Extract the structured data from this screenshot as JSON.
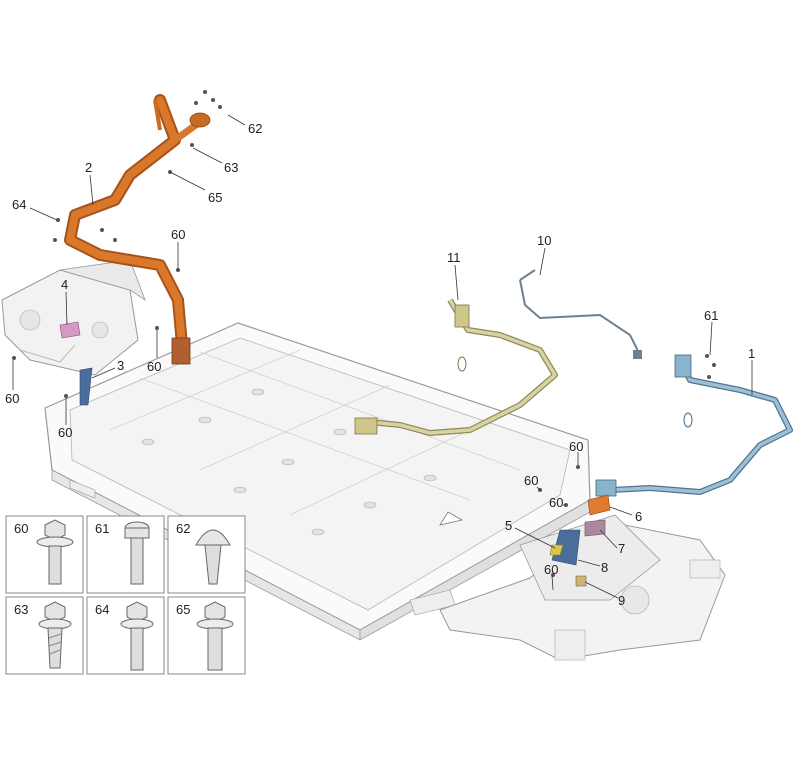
{
  "callouts": {
    "c1": "1",
    "c2": "2",
    "c3": "3",
    "c4": "4",
    "c5": "5",
    "c6": "6",
    "c7": "7",
    "c8": "8",
    "c9": "9",
    "c10": "10",
    "c11": "11",
    "c60a": "60",
    "c60b": "60",
    "c60c": "60",
    "c60d": "60",
    "c60e": "60",
    "c60f": "60",
    "c60g": "60",
    "c60h": "60",
    "c61": "61",
    "c62": "62",
    "c63": "63",
    "c64": "64",
    "c65": "65"
  },
  "fasteners": [
    {
      "label": "60"
    },
    {
      "label": "61"
    },
    {
      "label": "62"
    },
    {
      "label": "63"
    },
    {
      "label": "64"
    },
    {
      "label": "65"
    }
  ],
  "colors": {
    "orange_harness": "#d9782a",
    "yellow_harness": "#d8d3a0",
    "blue_harness": "#7fa8c4",
    "blue_bracket": "#4a6e9c",
    "pink_part": "#d59ac4",
    "part_outline": "#9a9a9a",
    "part_fill": "#f3f3f3"
  }
}
